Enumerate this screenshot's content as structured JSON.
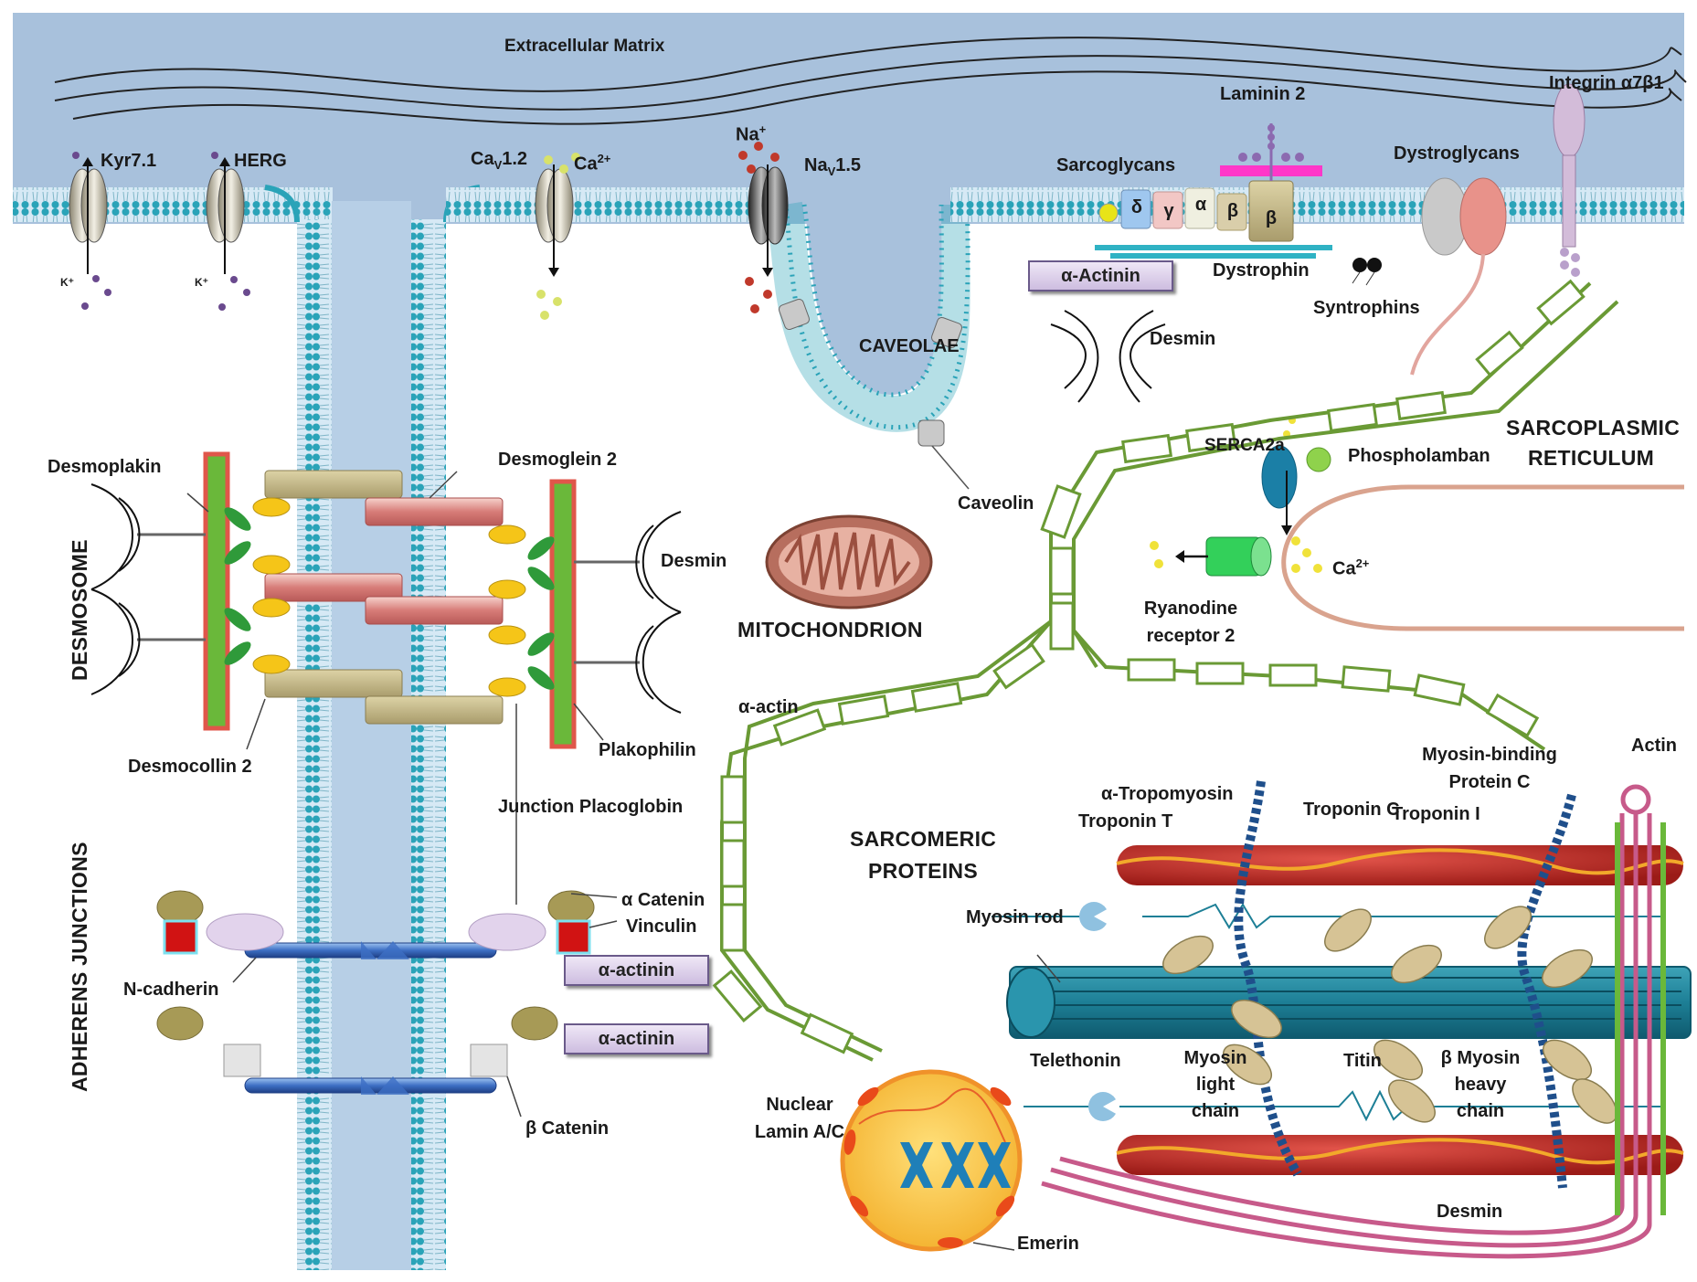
{
  "labels": {
    "extracellular_matrix": "Extracellular Matrix",
    "kv71": "Kyr7.1",
    "herg": "HERG",
    "cav12_base": "Ca",
    "cav12_sub": "V",
    "cav12_rest": "1.2",
    "ca_ion_top_base": "Ca",
    "ca_ion_top_sup": "2+",
    "na_ion_base": "Na",
    "na_ion_sup": "+",
    "nav15_base": "Na",
    "nav15_sub": "V",
    "nav15_rest": "1.5",
    "k_left_1": "K⁺",
    "k_left_2": "K⁺",
    "laminin": "Laminin 2",
    "integrin": "Integrin α7β1",
    "sarcoglycans": "Sarcoglycans",
    "dystroglycans": "Dystroglycans",
    "dystrophin": "Dystrophin",
    "syntrophins": "Syntrophins",
    "desmin_top": "Desmin",
    "caveolae": "CAVEOLAE",
    "caveolin": "Caveolin",
    "sr_line1": "SARCOPLASMIC",
    "sr_line2": "RETICULUM",
    "serca": "SERCA2a",
    "phospholamban": "Phospholamban",
    "ca_ion_sr_base": "Ca",
    "ca_ion_sr_sup": "2+",
    "ryr_line1": "Ryanodine",
    "ryr_line2": "receptor 2",
    "mitochondrion": "MITOCHONDRION",
    "desmoplakin": "Desmoplakin",
    "desmoglein": "Desmoglein 2",
    "desmin_right": "Desmin",
    "desmosome": "DESMOSOME",
    "desmocollin": "Desmocollin 2",
    "plakophilin": "Plakophilin",
    "placoglobin": "Junction Placoglobin",
    "adherens": "ADHERENS JUNCTIONS",
    "alpha_catenin": "α Catenin",
    "vinculin": "Vinculin",
    "n_cadherin": "N-cadherin",
    "beta_catenin": "β Catenin",
    "alpha_actin": "α-actin",
    "sarcomeric_line1": "SARCOMERIC",
    "sarcomeric_line2": "PROTEINS",
    "alpha_tropomyosin": "α-Tropomyosin",
    "troponin_t": "Troponin T",
    "troponin_c": "Troponin C",
    "troponin_i": "Troponin I",
    "mybpc_line1": "Myosin-binding",
    "mybpc_line2": "Protein C",
    "actin": "Actin",
    "myosin_rod": "Myosin  rod",
    "telethonin": "Telethonin",
    "mlc_line1": "Myosin",
    "mlc_line2": "light",
    "mlc_line3": "chain",
    "titin": "Titin",
    "mhc_line1": "β Myosin",
    "mhc_line2": "heavy",
    "mhc_line3": "chain",
    "nuclear_line1": "Nuclear",
    "nuclear_line2": "Lamin A/C",
    "emerin": "Emerin",
    "desmin_bottom": "Desmin"
  },
  "boxes": {
    "alpha_actinin_top": "α-Actinin",
    "alpha_actinin_1": "α-actinin",
    "alpha_actinin_2": "α-actinin"
  },
  "sarcoglycan_subunits": [
    "δ",
    "γ",
    "α",
    "β",
    "β"
  ],
  "colors": {
    "extracellular": "#a8c1dc",
    "membrane_head": "#2aa3b8",
    "sr_membrane": "#d9a38e",
    "actin_filament": "#c0211f",
    "myosin_thick": "#1d7f96",
    "green_filament": "#6a9a35",
    "alpha_actinin_box": "#d3c4e3"
  },
  "icons": {
    "mitochondrion": "mitochondrion-icon",
    "nucleus": "nucleus-icon",
    "chromosome": "chromosome-icon",
    "ion_channel": "ion-channel-icon"
  }
}
